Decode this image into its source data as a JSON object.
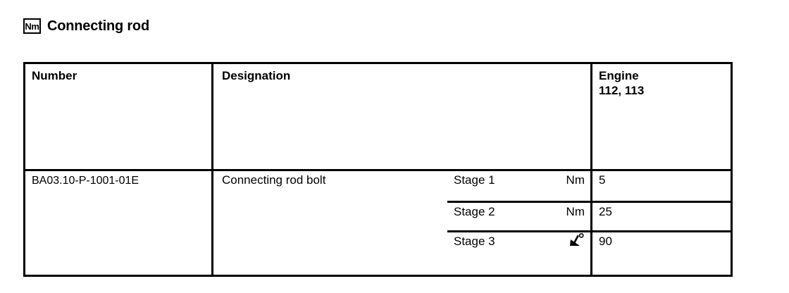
{
  "header": {
    "unit_icon_label": "Nm",
    "title": "Connecting rod"
  },
  "table": {
    "columns": [
      {
        "key": "number",
        "label": "Number"
      },
      {
        "key": "designation",
        "label": "Designation"
      },
      {
        "key": "engine",
        "label": "Engine",
        "sublabel": "112, 113"
      }
    ],
    "rows": [
      {
        "number": "BA03.10-P-1001-01E",
        "designation": "Connecting rod bolt",
        "stages": [
          {
            "stage_label": "Stage 1",
            "unit": "Nm",
            "unit_type": "text",
            "value": "5"
          },
          {
            "stage_label": "Stage 2",
            "unit": "Nm",
            "unit_type": "text",
            "value": "25"
          },
          {
            "stage_label": "Stage 3",
            "unit": "",
            "unit_type": "angle-icon",
            "value": "90"
          }
        ]
      }
    ]
  },
  "colors": {
    "border": "#000000",
    "text": "#000000",
    "background": "#ffffff"
  }
}
